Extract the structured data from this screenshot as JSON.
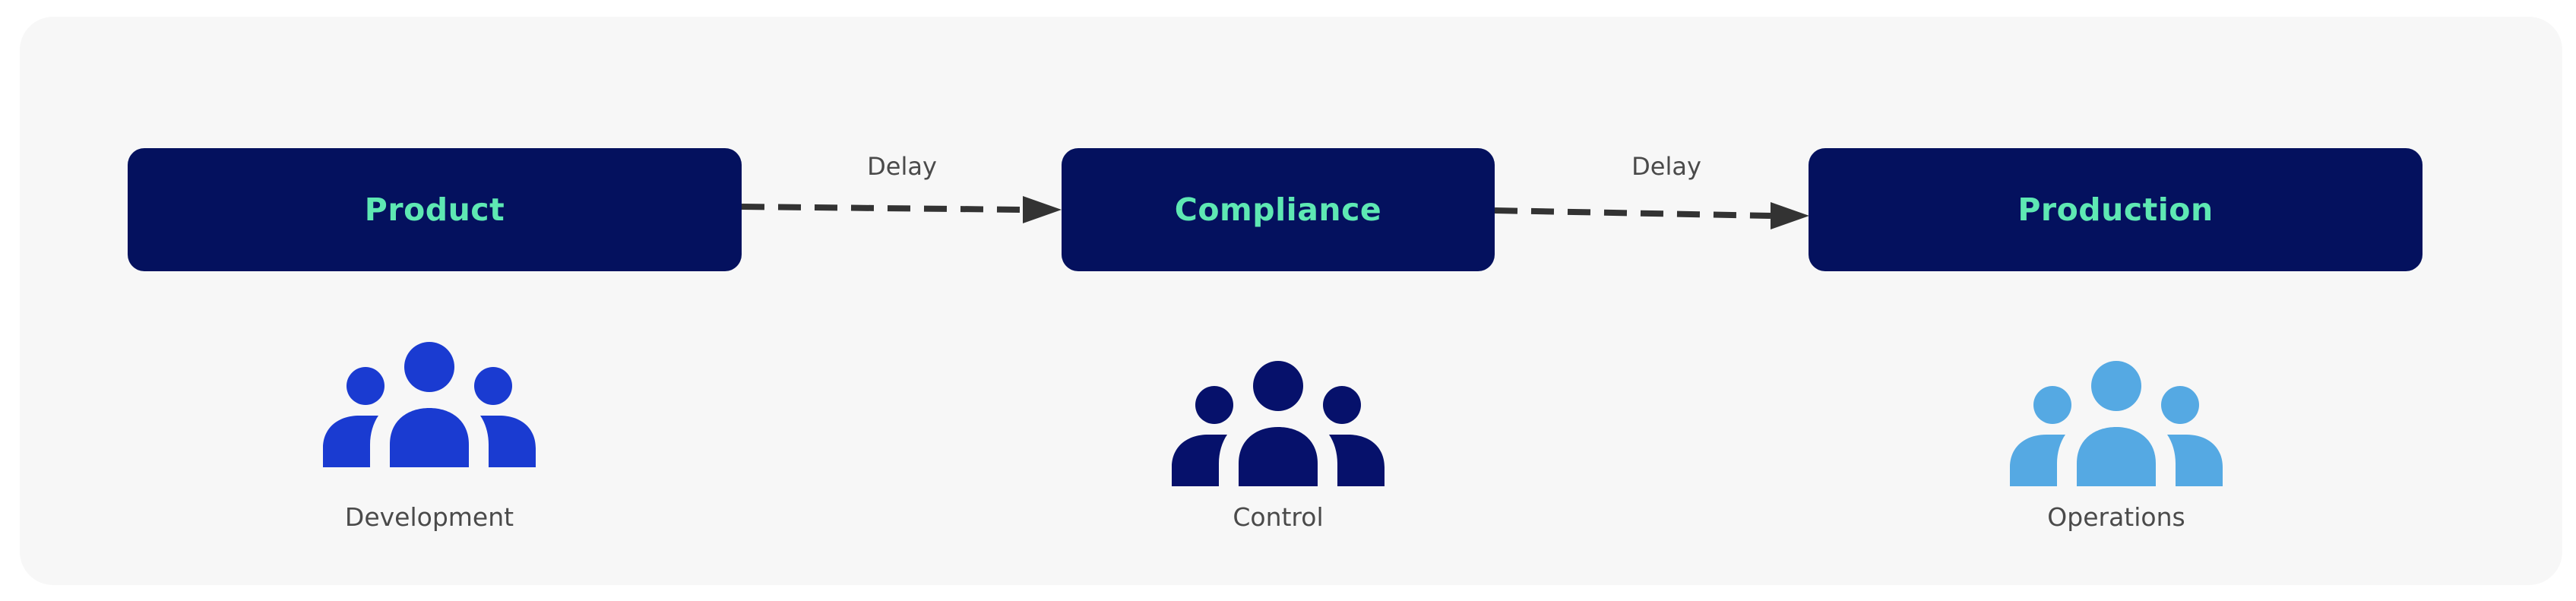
{
  "stages": [
    {
      "label": "Product"
    },
    {
      "label": "Compliance"
    },
    {
      "label": "Production"
    }
  ],
  "connectors": [
    {
      "label": "Delay"
    },
    {
      "label": "Delay"
    }
  ],
  "teams": [
    {
      "label": "Development",
      "icon": "people-group-icon",
      "color": "#1a3bd1"
    },
    {
      "label": "Control",
      "icon": "people-group-icon",
      "color": "#06116b"
    },
    {
      "label": "Operations",
      "icon": "people-group-icon",
      "color": "#55a9e3"
    }
  ],
  "colors": {
    "stage_fill": "#04115e",
    "stage_text": "#5ee8b3",
    "arrow": "#333333",
    "background": "#f7f7f7"
  }
}
